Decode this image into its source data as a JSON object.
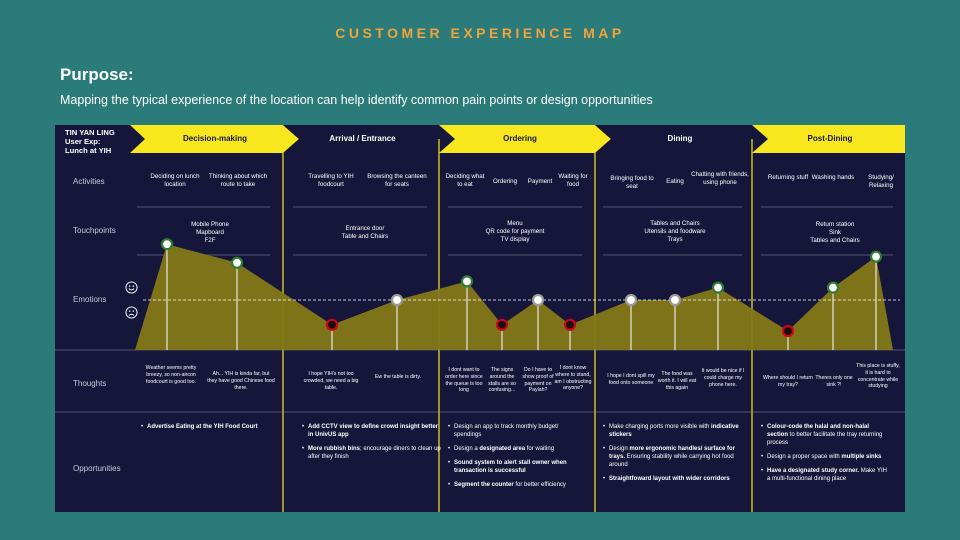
{
  "page": {
    "title": "CUSTOMER EXPERIENCE MAP",
    "purpose_heading": "Purpose:",
    "purpose_text": "Mapping the typical experience of the location can help identify common pain points or design opportunities"
  },
  "user": {
    "line1": "TIN YAN LING",
    "line2": "User Exp:",
    "line3": "Lunch at YIH"
  },
  "row_labels": {
    "activities": "Activities",
    "touchpoints": "Touchpoints",
    "emotions": "Emotions",
    "thoughts": "Thoughts",
    "opportunities": "Opportunities"
  },
  "stages": [
    {
      "title": "Decision-making",
      "activities": [
        "Deciding on lunch location",
        "Thinking about which route to take"
      ],
      "touchpoints": "Mobile Phone\nMapboard\nF2F",
      "thoughts": [
        "Weather seems pretty breezy, so non-aircon foodcourt is good too.",
        "Ah... YIH is kinda far, but they have good Chinese food there."
      ],
      "opportunities": [
        {
          "bold": "Advertise Eating at the YIH Food Court",
          "rest": ""
        }
      ]
    },
    {
      "title": "Arrival / Entrance",
      "activities": [
        "Travelling to YIH foodcourt",
        "Browsing the canteen for seats"
      ],
      "touchpoints": "Entrance door\nTable and Chairs",
      "thoughts": [
        "I hope YIH's not too crowded, we need a big table.",
        "Ew the table is dirty."
      ],
      "opportunities": [
        {
          "bold": "Add CCTV view to define crowd insight better in UnivUS app",
          "rest": ""
        },
        {
          "bold": "More rubbish bins",
          "rest": "; encourage diners to clean up after they finish"
        }
      ]
    },
    {
      "title": "Ordering",
      "activities": [
        "Deciding what to eat",
        "Ordering",
        "Payment",
        "Waiting for food"
      ],
      "touchpoints": "Menu\nQR code for payment\nTV display",
      "thoughts": [
        "I dont want to order here since the queue is too long",
        "The signs around the stalls are so confusing...",
        "Do I have to show proof of payment on Paylah?",
        "I dont know where to stand, am I obstructing anyone?"
      ],
      "opportunities": [
        {
          "bold": "",
          "rest": "Design an app to track monthly budget/ spendings"
        },
        {
          "bold": "",
          "rest": "Design a ",
          "bold2": "designated area",
          "rest2": " for waiting"
        },
        {
          "bold": "Sound system to alert stall owner when transaction is successful",
          "rest": ""
        },
        {
          "bold": "Segment the counter",
          "rest": " for better efficiency"
        }
      ]
    },
    {
      "title": "Dining",
      "activities": [
        "Bringing food to seat",
        "Eating",
        "Chatting with friends, using phone"
      ],
      "touchpoints": "Tables and Chairs\nUtensils and foodware\nTrays",
      "thoughts": [
        "I hope I dont spill my food onto someone",
        "The food was worth it. I will eat this again",
        "It would be nice if I could charge my phone here."
      ],
      "opportunities": [
        {
          "bold": "",
          "rest": "Make charging ports more visible with ",
          "bold2": "indicative stickers",
          "rest2": ""
        },
        {
          "bold": "",
          "rest": "Design ",
          "bold2": "more ergonomic handles/ surface for trays.",
          "rest2": " Ensuring stability while carrying hot food around"
        },
        {
          "bold": "Straightfoward layout with wider corridors",
          "rest": ""
        }
      ]
    },
    {
      "title": "Post-Dining",
      "activities": [
        "Returning stuff",
        "Washing hands",
        "Studying/ Relaxing"
      ],
      "touchpoints": "Return station\nSink\nTables and Chairs",
      "thoughts": [
        "Where should I return my tray?",
        "Theres only one sink ?!",
        "This place is stuffy, it is hard to concentrate while studying"
      ],
      "opportunities": [
        {
          "bold": "Colour-code the halal and non-halal section",
          "rest": " to better facilitate the tray returning process"
        },
        {
          "bold": "",
          "rest": "Design a proper space with ",
          "bold2": "multiple sinks",
          "rest2": ""
        },
        {
          "bold": "Have a designated study corner.",
          "rest": " Make YIH a multi-functional dining place"
        }
      ]
    }
  ],
  "emotion_curve": {
    "points": [
      {
        "id": "deciding-lunch",
        "level": 0.9,
        "type": "positive"
      },
      {
        "id": "thinking-route",
        "level": 0.6,
        "type": "positive"
      },
      {
        "id": "travelling",
        "level": -0.4,
        "type": "negative"
      },
      {
        "id": "browsing-seats",
        "level": 0.0,
        "type": "neutral"
      },
      {
        "id": "deciding-eat",
        "level": 0.3,
        "type": "positive"
      },
      {
        "id": "ordering",
        "level": -0.4,
        "type": "negative"
      },
      {
        "id": "payment",
        "level": 0.0,
        "type": "neutral"
      },
      {
        "id": "waiting",
        "level": -0.4,
        "type": "negative"
      },
      {
        "id": "bringing-food",
        "level": 0.0,
        "type": "neutral"
      },
      {
        "id": "eating",
        "level": 0.0,
        "type": "neutral"
      },
      {
        "id": "chatting",
        "level": 0.2,
        "type": "positive"
      },
      {
        "id": "returning",
        "level": -0.5,
        "type": "negative"
      },
      {
        "id": "washing",
        "level": 0.2,
        "type": "positive"
      },
      {
        "id": "studying",
        "level": 0.7,
        "type": "positive"
      }
    ]
  },
  "colors": {
    "background": "#2b7b7a",
    "title": "#f2a33a",
    "panel": "#16163a",
    "accent": "#f8e71c",
    "area": "#857818",
    "positive": "#2e7d32",
    "negative": "#d0021b",
    "neutral": "#ffffff"
  }
}
